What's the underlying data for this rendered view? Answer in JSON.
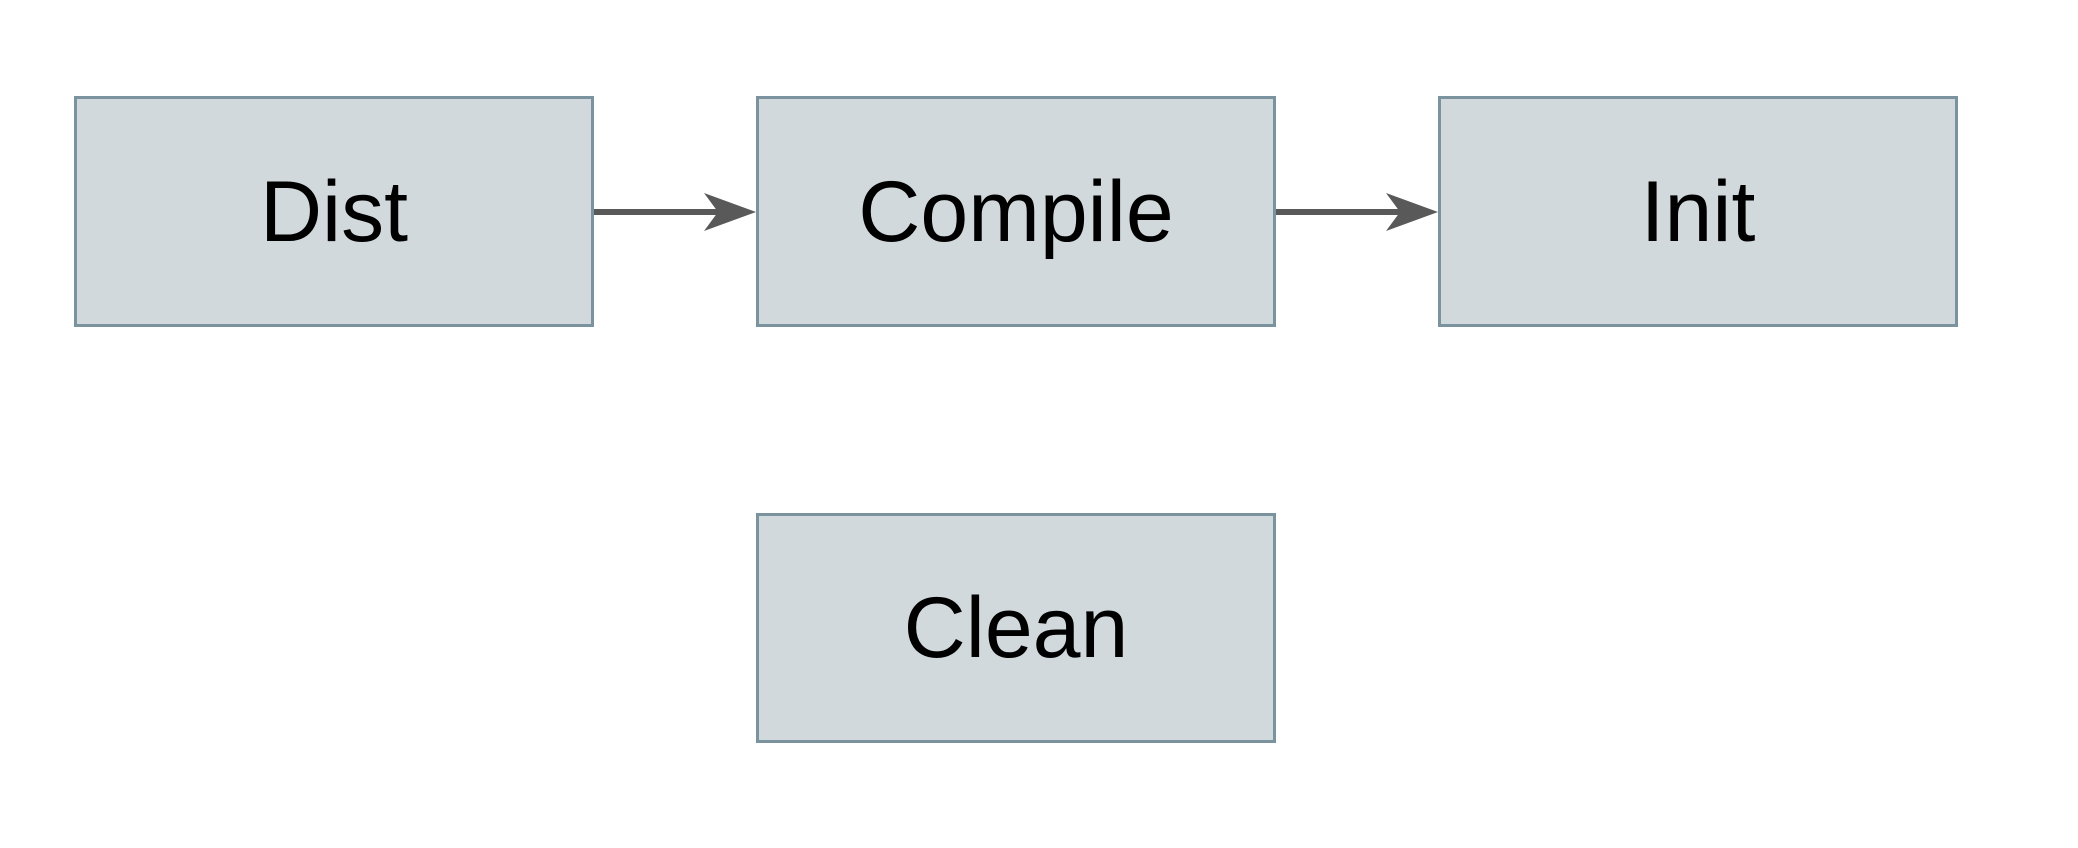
{
  "diagram": {
    "nodes": [
      {
        "id": "dist",
        "label": "Dist"
      },
      {
        "id": "compile",
        "label": "Compile"
      },
      {
        "id": "init",
        "label": "Init"
      },
      {
        "id": "clean",
        "label": "Clean"
      }
    ],
    "edges": [
      {
        "from": "dist",
        "to": "compile",
        "direction": "right"
      },
      {
        "from": "compile",
        "to": "init",
        "direction": "right"
      }
    ],
    "colors": {
      "background": "#ffffff",
      "node_fill": "#d2d9dc",
      "node_border": "#7b939e",
      "label_text": "#000000",
      "arrow": "#595959"
    }
  }
}
